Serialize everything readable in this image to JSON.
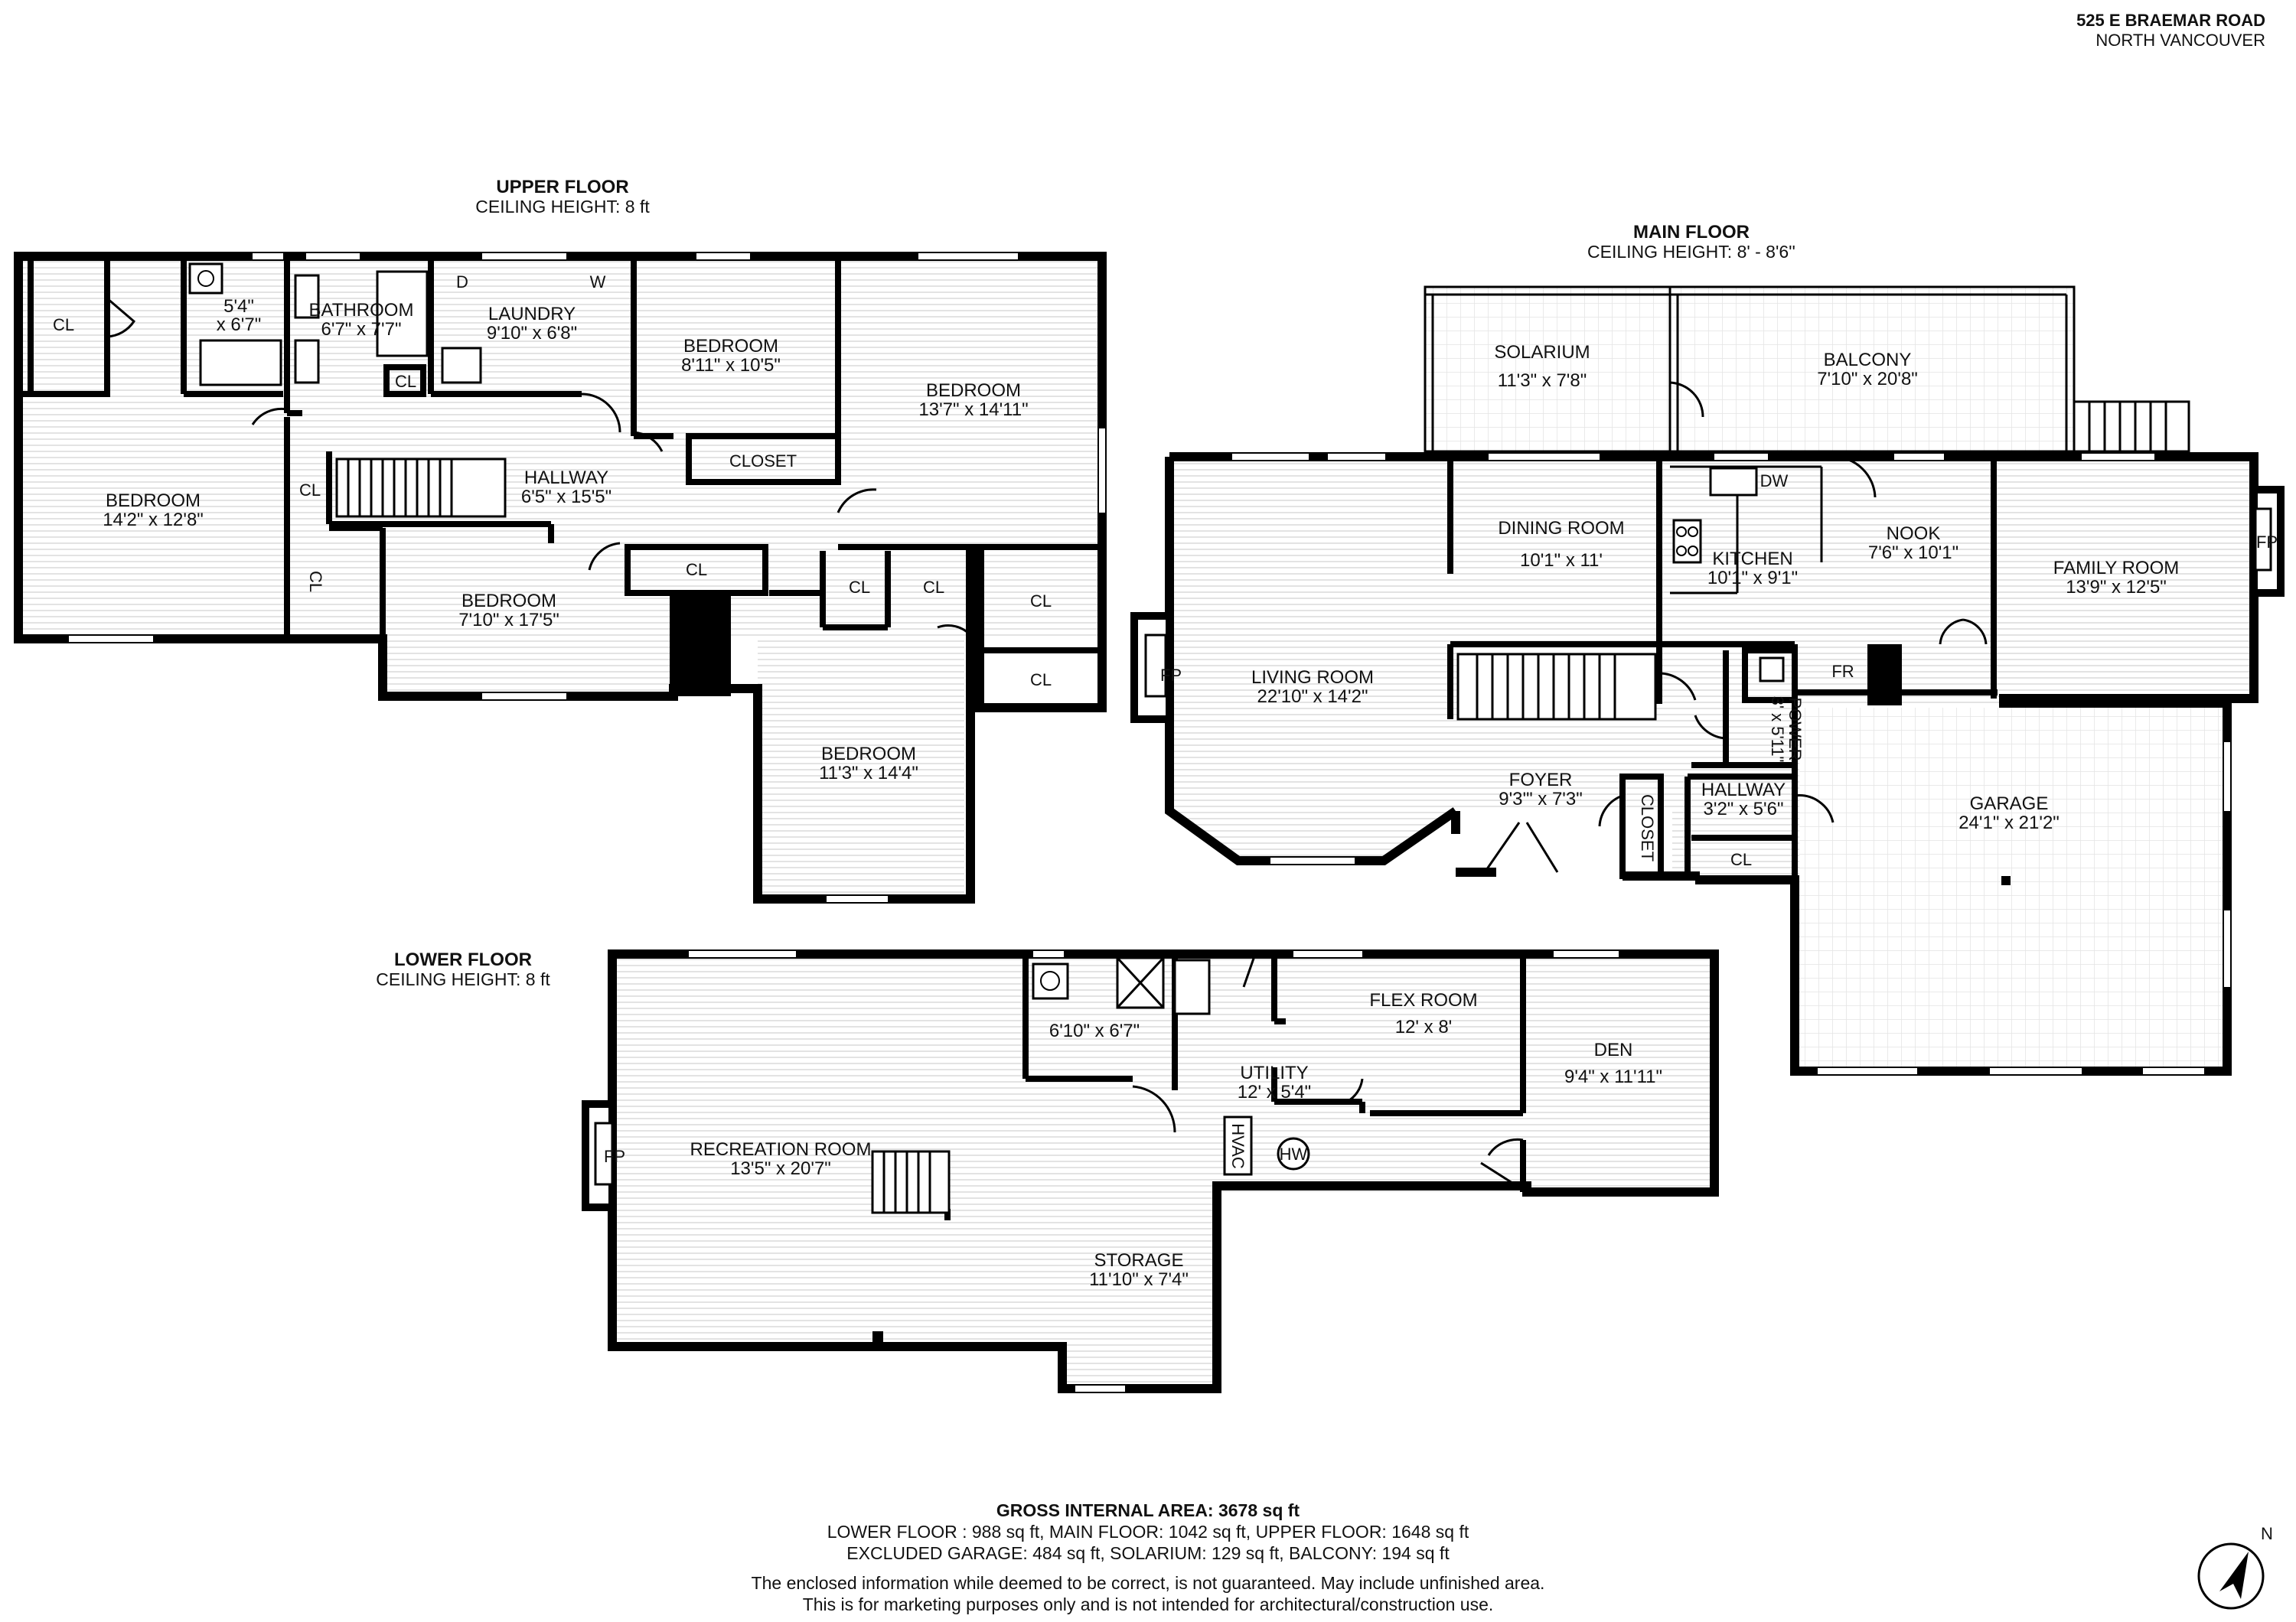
{
  "address": {
    "line1": "525 E BRAEMAR ROAD",
    "line2": "NORTH VANCOUVER"
  },
  "floors": {
    "upper": {
      "title": "UPPER FLOOR",
      "ceiling": "CEILING HEIGHT: 8 ft",
      "rooms": {
        "bath_small": {
          "dim1": "5'4\"",
          "dim2": "x 6'7\""
        },
        "bathroom": {
          "name": "BATHROOM",
          "dim": "6'7\" x 7'7\""
        },
        "laundry": {
          "name": "LAUNDRY",
          "dim": "9'10\" x 6'8\"",
          "dryer": "D",
          "washer": "W"
        },
        "bedroom_a": {
          "name": "BEDROOM",
          "dim": "8'11\" x 10'5\""
        },
        "bedroom_b": {
          "name": "BEDROOM",
          "dim": "13'7\" x 14'11\""
        },
        "bedroom_c": {
          "name": "BEDROOM",
          "dim": "14'2\" x 12'8\""
        },
        "hallway": {
          "name": "HALLWAY",
          "dim": "6'5\" x 15'5\""
        },
        "closet": {
          "name": "CLOSET"
        },
        "bedroom_d": {
          "name": "BEDROOM",
          "dim": "7'10\" x 17'5\""
        },
        "bedroom_e": {
          "name": "BEDROOM",
          "dim": "11'3\" x 14'4\""
        }
      },
      "cl": "CL"
    },
    "main": {
      "title": "MAIN FLOOR",
      "ceiling": "CEILING HEIGHT: 8' - 8'6''",
      "rooms": {
        "solarium": {
          "name": "SOLARIUM",
          "dim": "11'3\" x 7'8\""
        },
        "balcony": {
          "name": "BALCONY",
          "dim": "7'10\" x 20'8\""
        },
        "dining": {
          "name": "DINING ROOM",
          "dim": "10'1\" x 11'"
        },
        "kitchen": {
          "name": "KITCHEN",
          "dim": "10'1\" x 9'1\"",
          "dw": "DW"
        },
        "nook": {
          "name": "NOOK",
          "dim": "7'6\" x 10'1\""
        },
        "family": {
          "name": "FAMILY ROOM",
          "dim": "13'9\" x 12'5\""
        },
        "living": {
          "name": "LIVING ROOM",
          "dim": "22'10\" x 14'2\""
        },
        "foyer": {
          "name": "FOYER",
          "dim": "9'3'\" x 7'3\""
        },
        "closet": {
          "name": "CLOSET"
        },
        "hallway": {
          "name": "HALLWAY",
          "dim": "3'2\" x 5'6\""
        },
        "power": {
          "name": "POWER",
          "dim": "3' x 5'11\""
        },
        "fr": "FR",
        "garage": {
          "name": "GARAGE",
          "dim": "24'1\" x 21'2\""
        }
      },
      "cl": "CL",
      "fp": "FP"
    },
    "lower": {
      "title": "LOWER FLOOR",
      "ceiling": "CEILING HEIGHT: 8 ft",
      "rooms": {
        "bath": {
          "dim": "6'10\" x 6'7\""
        },
        "flex": {
          "name": "FLEX ROOM",
          "dim": "12' x 8'"
        },
        "den": {
          "name": "DEN",
          "dim": "9'4\" x 11'11\""
        },
        "utility": {
          "name": "UTILITY",
          "dim": "12' x 5'4\""
        },
        "hvac": "HVAC",
        "hw": "HW",
        "recreation": {
          "name": "RECREATION ROOM",
          "dim": "13'5\" x 20'7\""
        },
        "storage": {
          "name": "STORAGE",
          "dim": "11'10\" x 7'4\""
        }
      },
      "fp": "FP"
    }
  },
  "summary": {
    "gross_label": "GROSS INTERNAL AREA: 3678 sq ft",
    "line1": "LOWER FLOOR : 988 sq ft, MAIN FLOOR: 1042 sq ft, UPPER FLOOR: 1648 sq ft",
    "line2": "EXCLUDED GARAGE: 484 sq ft, SOLARIUM: 129 sq ft, BALCONY: 194 sq ft",
    "disclaimer1": "The enclosed information while deemed to be correct, is not guaranteed. May include unfinished area.",
    "disclaimer2": "This is for marketing purposes only and is not intended for architectural/construction use."
  },
  "compass": {
    "label": "N"
  }
}
